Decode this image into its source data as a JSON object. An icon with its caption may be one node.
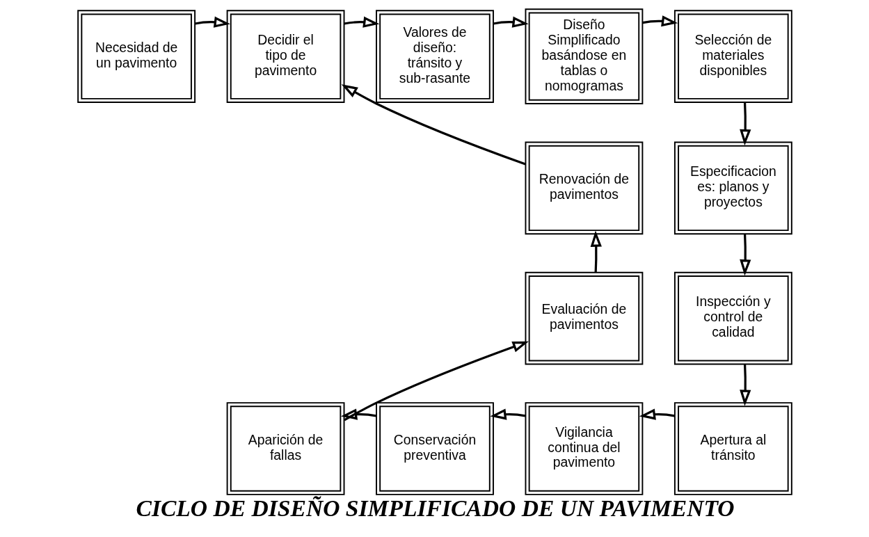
{
  "diagram": {
    "title": "CICLO DE DISEÑO SIMPLIFICADO DE UN PAVIMENTO",
    "nodes": [
      {
        "text": [
          "Necesidad de un pavimento"
        ]
      },
      {
        "text": [
          "Decidir el tipo de pavimento"
        ]
      },
      {
        "text": [
          "Valores de diseño: tránsito y sub-rasante"
        ]
      },
      {
        "text": [
          "Diseño Simplificado basándose en tablas o nomogramas"
        ]
      },
      {
        "text": [
          "Selección de materiales disponibles"
        ]
      },
      {
        "text": [
          "Especificaciones: planos y proyectos"
        ]
      },
      {
        "text": [
          "Inspección y control de calidad"
        ]
      },
      {
        "text": [
          "Apertura al tránsito"
        ]
      },
      {
        "text": [
          "Vigilancia continua del pavimento"
        ]
      },
      {
        "text": [
          "Conservación preventiva"
        ]
      },
      {
        "text": [
          "Aparición de fallas"
        ]
      },
      {
        "text": [
          "Evaluación de pavimentos"
        ]
      },
      {
        "text": [
          "Renovación de pavimentos"
        ]
      }
    ],
    "edges": [
      {
        "from": 0,
        "to": 1,
        "arrow": "to"
      },
      {
        "from": 1,
        "to": 2,
        "arrow": "to"
      },
      {
        "from": 2,
        "to": 3,
        "arrow": "to"
      },
      {
        "from": 3,
        "to": 4,
        "arrow": "to"
      },
      {
        "from": 4,
        "to": 5,
        "arrow": "to"
      },
      {
        "from": 5,
        "to": 6,
        "arrow": "to"
      },
      {
        "from": 6,
        "to": 7,
        "arrow": "to"
      },
      {
        "from": 7,
        "to": 8,
        "arrow": "to"
      },
      {
        "from": 8,
        "to": 9,
        "arrow": "to"
      },
      {
        "from": 9,
        "to": 10,
        "arrow": "to"
      },
      {
        "from": 10,
        "to": 11,
        "arrow": "to"
      },
      {
        "from": 11,
        "to": 12,
        "arrow": "to"
      },
      {
        "from": 12,
        "to": 1,
        "arrow": "to"
      }
    ]
  }
}
